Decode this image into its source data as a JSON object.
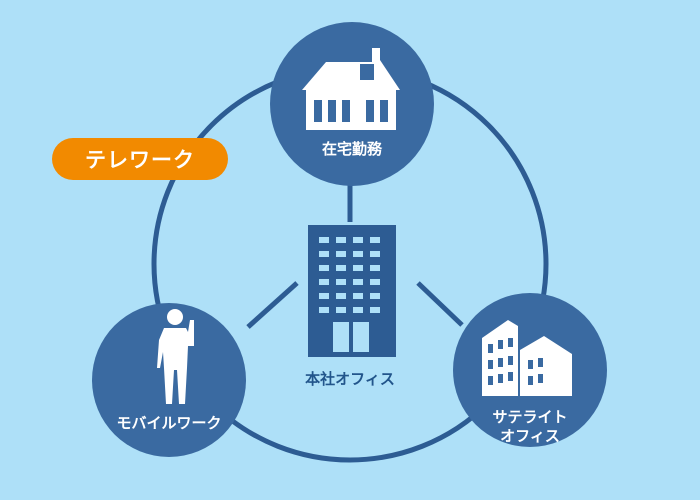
{
  "badge": {
    "label": "テレワーク",
    "color": "#f28a00"
  },
  "hub": {
    "label": "本社オフィス"
  },
  "nodes": {
    "home": {
      "label": "在宅勤務",
      "icon": "house-icon"
    },
    "mobile": {
      "label": "モバイルワーク",
      "icon": "person-phone-icon"
    },
    "satellite": {
      "line1": "サテライト",
      "line2": "オフィス",
      "icon": "office-buildings-icon"
    }
  },
  "colors": {
    "background": "#aee0f8",
    "node": "#3a6aa1",
    "ring": "#2d5c93",
    "icon": "#ffffff"
  }
}
